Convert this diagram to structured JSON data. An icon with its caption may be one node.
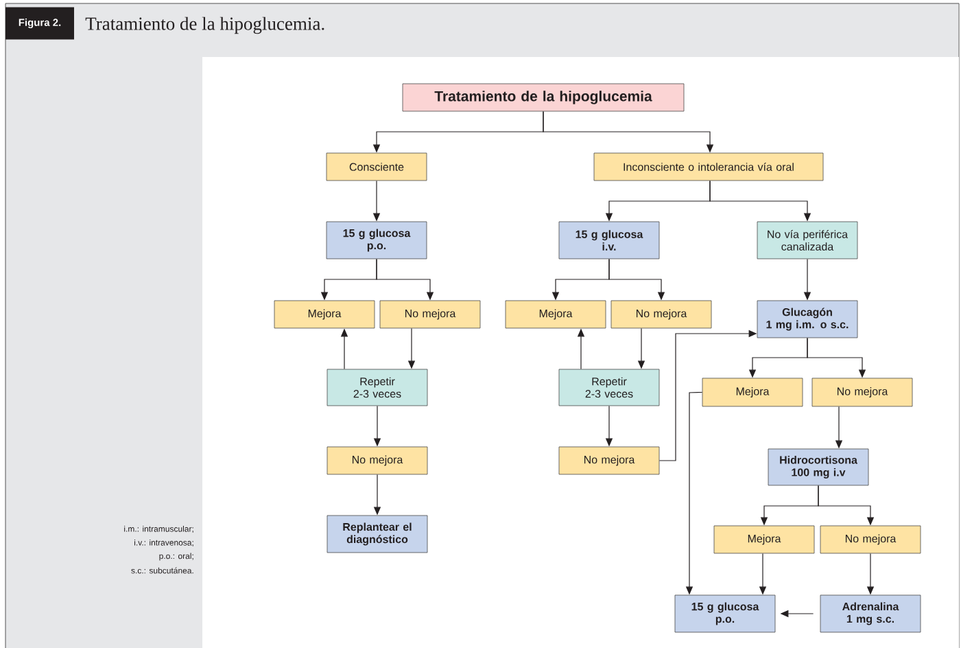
{
  "diagram": {
    "title": "Tratamiento de la hipoglucemia.",
    "nodes": [
      {
        "text": [
          "Tratamiento de la hipoglucemia"
        ]
      },
      {
        "text": [
          "Consciente"
        ]
      },
      {
        "text": [
          "Inconsciente o intolerancia vía oral"
        ]
      },
      {
        "text": [
          "15 g glucosa",
          "p.o."
        ]
      },
      {
        "text": [
          "15 g glucosa",
          "i.v."
        ]
      },
      {
        "text": [
          "No vía periférica canalizada"
        ]
      },
      {
        "text": [
          "Mejora"
        ]
      },
      {
        "text": [
          "No mejora"
        ]
      },
      {
        "text": [
          "Mejora"
        ]
      },
      {
        "text": [
          "No mejora"
        ]
      },
      {
        "text": [
          "Glucagón",
          "1 mg i.m. o s.c."
        ]
      },
      {
        "text": [
          "Repetir 2-3 veces"
        ]
      },
      {
        "text": [
          "Repetir 2-3 veces"
        ]
      },
      {
        "text": [
          "Mejora"
        ]
      },
      {
        "text": [
          "No mejora"
        ]
      },
      {
        "text": [
          "No mejora"
        ]
      },
      {
        "text": [
          "No mejora"
        ]
      },
      {
        "text": [
          "Hidrocortisona",
          "100 mg i.v"
        ]
      },
      {
        "text": [
          "Replantear el diagnóstico"
        ]
      },
      {
        "text": [
          "Mejora"
        ]
      },
      {
        "text": [
          "No mejora"
        ]
      },
      {
        "text": [
          "15 g glucosa",
          "p.o."
        ]
      },
      {
        "text": [
          "Adrenalina",
          "1 mg s.c."
        ]
      }
    ],
    "edges": [
      {
        "from": 0,
        "to": 1,
        "arrow": "to"
      },
      {
        "from": 0,
        "to": 2,
        "arrow": "to"
      },
      {
        "from": 1,
        "to": 3,
        "arrow": "to"
      },
      {
        "from": 2,
        "to": 4,
        "arrow": "to"
      },
      {
        "from": 2,
        "to": 5,
        "arrow": "to"
      },
      {
        "from": 3,
        "to": 6,
        "arrow": "to"
      },
      {
        "from": 3,
        "to": 7,
        "arrow": "to"
      },
      {
        "from": 4,
        "to": 8,
        "arrow": "to"
      },
      {
        "from": 4,
        "to": 9,
        "arrow": "to"
      },
      {
        "from": 5,
        "to": 10,
        "arrow": "to"
      },
      {
        "from": 11,
        "to": 6,
        "arrow": "to"
      },
      {
        "from": 7,
        "to": 11,
        "arrow": "to"
      },
      {
        "from": 12,
        "to": 8,
        "arrow": "to"
      },
      {
        "from": 9,
        "to": 12,
        "arrow": "to"
      },
      {
        "from": 11,
        "to": 15,
        "arrow": "to"
      },
      {
        "from": 12,
        "to": 16,
        "arrow": "to"
      },
      {
        "from": 15,
        "to": 18,
        "arrow": "to"
      },
      {
        "from": 16,
        "to": 10,
        "arrow": "to"
      },
      {
        "from": 10,
        "to": 13,
        "arrow": "to"
      },
      {
        "from": 10,
        "to": 14,
        "arrow": "to"
      },
      {
        "from": 13,
        "to": 21,
        "arrow": "to"
      },
      {
        "from": 14,
        "to": 17,
        "arrow": "to"
      },
      {
        "from": 17,
        "to": 19,
        "arrow": "to"
      },
      {
        "from": 17,
        "to": 20,
        "arrow": "to"
      },
      {
        "from": 19,
        "to": 21,
        "arrow": "to"
      },
      {
        "from": 20,
        "to": 22,
        "arrow": "to"
      },
      {
        "from": 22,
        "to": 21,
        "arrow": "to"
      }
    ],
    "labels": [
      "Figura 2.",
      "i.m.: intramuscular;",
      "i.v.: intravenosa;",
      "p.o.: oral;",
      "s.c.: subcutánea."
    ]
  }
}
